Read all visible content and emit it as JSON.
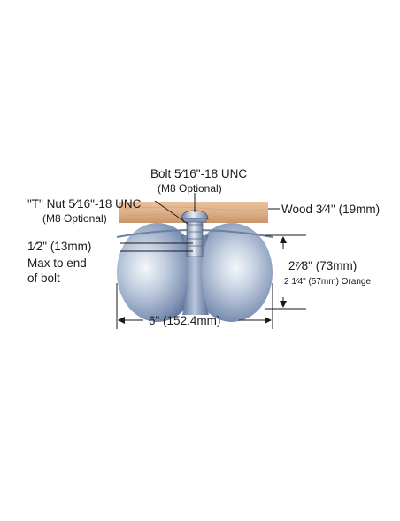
{
  "labels": {
    "bolt": "Bolt 5⁄16\"-18 UNC",
    "bolt_option": "(M8 Optional)",
    "t_nut": "\"T\" Nut  5⁄16\"-18 UNC",
    "t_nut_option": "(M8 Optional)",
    "wood": "Wood 3⁄4\" (19mm)",
    "half_inch": "1⁄2\" (13mm)",
    "max_line1": "Max to end",
    "max_line2": "of bolt",
    "height": "2⁷⁄8\" (73mm)",
    "height_alt": "2 1⁄4\" (57mm) Orange",
    "width": "6\" (152.4mm)"
  },
  "colors": {
    "wood_light": "#e4b88f",
    "wood_dark": "#c9956a",
    "steel_light": "#e8eef6",
    "steel_mid": "#9fb0c9",
    "steel_dark": "#4a5f86",
    "line": "#1a1a1a"
  }
}
